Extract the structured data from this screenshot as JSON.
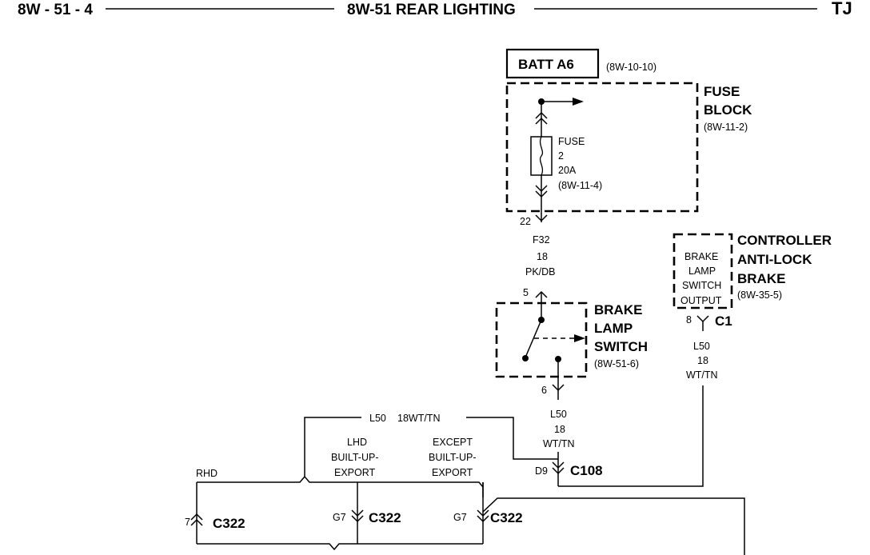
{
  "header": {
    "left": "8W - 51 - 4",
    "center": "8W-51 REAR LIGHTING",
    "right": "TJ"
  },
  "batt": {
    "label": "BATT A6",
    "ref": "(8W-10-10)"
  },
  "fuse_block": {
    "title1": "FUSE",
    "title2": "BLOCK",
    "ref": "(8W-11-2)",
    "fuse_label": "FUSE",
    "fuse_num": "2",
    "fuse_rating": "20A",
    "fuse_ref": "(8W-11-4)",
    "pin": "22"
  },
  "wire_f32": {
    "circuit": "F32",
    "gauge": "18",
    "color": "PK/DB"
  },
  "brake_switch": {
    "pin_in": "5",
    "pin_out": "6",
    "title1": "BRAKE",
    "title2": "LAMP",
    "title3": "SWITCH",
    "ref": "(8W-51-6)"
  },
  "controller": {
    "title1": "CONTROLLER",
    "title2": "ANTI-LOCK",
    "title3": "BRAKE",
    "ref": "(8W-35-5)",
    "inner1": "BRAKE",
    "inner2": "LAMP",
    "inner3": "SWITCH",
    "inner4": "OUTPUT",
    "pin": "8",
    "connector": "C1"
  },
  "wire_l50_controller": {
    "circuit": "L50",
    "gauge": "18",
    "color": "WT/TN"
  },
  "wire_l50_switch": {
    "circuit": "L50",
    "gauge": "18",
    "color": "WT/TN"
  },
  "wire_l50_top": {
    "circuit": "L50",
    "gauge_color": "18WT/TN"
  },
  "c108": {
    "pin": "D9",
    "connector": "C108"
  },
  "variants": {
    "rhd": "RHD",
    "lhd1": "LHD",
    "lhd2": "BUILT-UP-",
    "lhd3": "EXPORT",
    "exc1": "EXCEPT",
    "exc2": "BUILT-UP-",
    "exc3": "EXPORT"
  },
  "c322_a": {
    "pin": "7",
    "connector": "C322"
  },
  "c322_b": {
    "pin": "G7",
    "connector": "C322"
  },
  "c322_c": {
    "pin": "G7",
    "connector": "C322"
  }
}
